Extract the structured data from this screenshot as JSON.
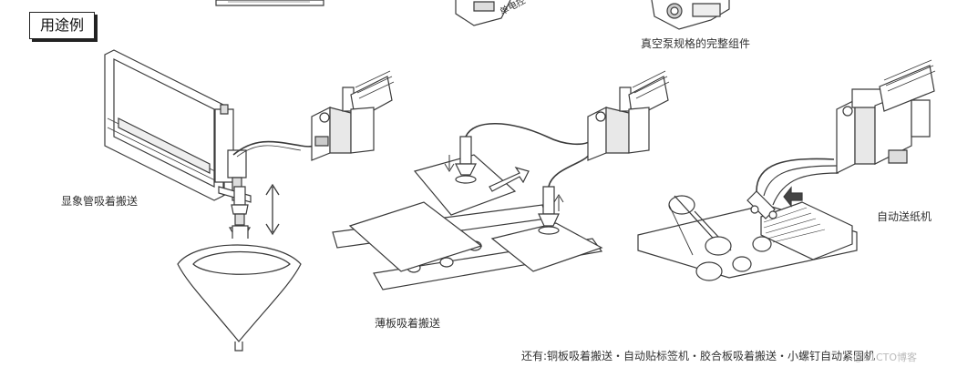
{
  "header": {
    "title": "用途例"
  },
  "top_labels": {
    "single_solenoid": "单电控",
    "vacuum_pump_unit": "真空泵规格的完整组件"
  },
  "applications": [
    {
      "id": "crt",
      "label": "显象管吸着搬送"
    },
    {
      "id": "thin_plate",
      "label": "薄板吸着搬送"
    },
    {
      "id": "paper_feeder",
      "label": "自动送纸机"
    }
  ],
  "footer": {
    "note": "还有:铜板吸着搬送・自动贴标签机・胶合板吸着搬送・小螺钉自动紧固机"
  },
  "watermark": "@51CTO博客",
  "colors": {
    "line": "#3a3a3a",
    "fill": "#ffffff",
    "shade": "#d8d8d8"
  }
}
